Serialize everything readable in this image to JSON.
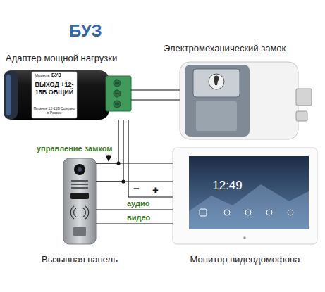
{
  "diagram": {
    "title": "БУЗ",
    "nodes": [
      {
        "text": [
          "Адаптер мощной нагрузки",
          "Модель",
          "БУЗ",
          "ВЫХОД +12-15В ОБЩИЙ",
          "Питание 12-15В Сделано в России"
        ]
      },
      {
        "text": [
          "Электромеханический замок"
        ]
      },
      {
        "text": [
          "Вызывная панель"
        ]
      },
      {
        "text": [
          "12:49",
          "Монитор видеодомофона"
        ]
      }
    ],
    "edges": [
      {
        "from": 0,
        "to": 1,
        "arrow": "none"
      },
      {
        "from": 0,
        "to": 1,
        "arrow": "none"
      },
      {
        "from": 2,
        "to": 3,
        "label": "управление замком",
        "arrow": "none"
      },
      {
        "from": 2,
        "to": 3,
        "label": "−",
        "arrow": "none"
      },
      {
        "from": 0,
        "to": 3,
        "label": "+",
        "arrow": "none"
      },
      {
        "from": 2,
        "to": 3,
        "label": "аудио",
        "arrow": "none"
      },
      {
        "from": 2,
        "to": 3,
        "label": "видео",
        "arrow": "none"
      },
      {
        "from": 0,
        "to": 2,
        "arrow": "none"
      },
      {
        "from": 0,
        "to": 2,
        "arrow": "none"
      }
    ]
  }
}
